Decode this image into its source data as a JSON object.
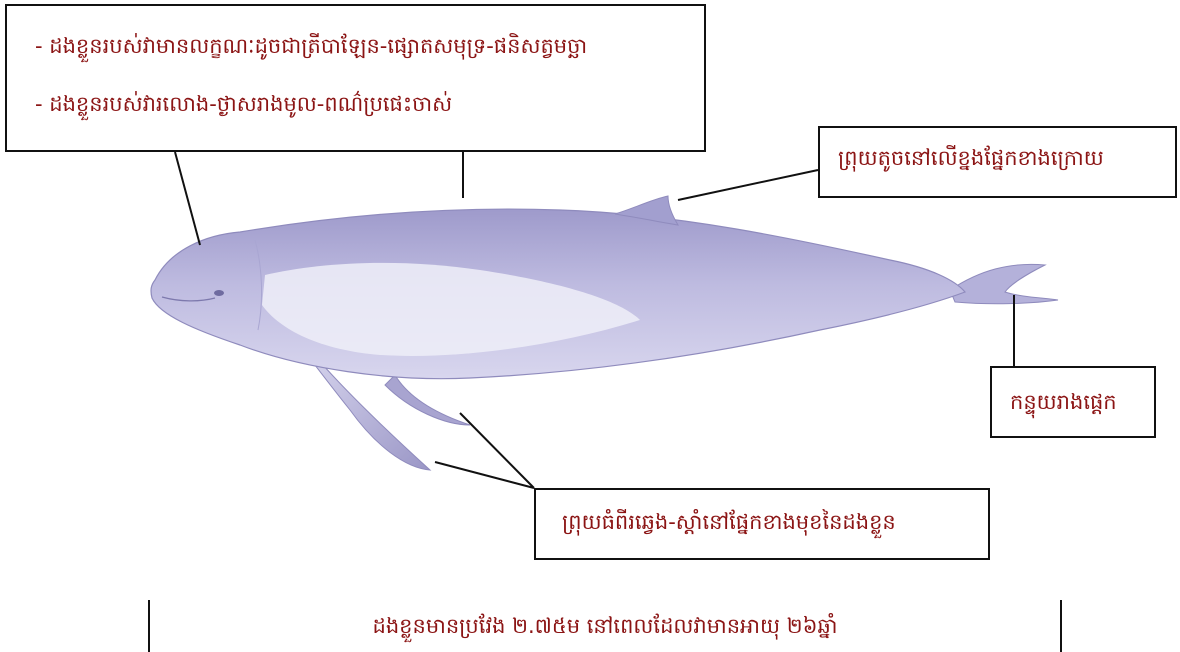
{
  "labels": {
    "body_line1": "- ដងខ្លួនរបស់វាមានលក្ខណៈដូចជាត្រីបាឡែន-ផ្សោតសមុទ្រ-ផនិសត្វមច្ឆា",
    "body_line2": "- ដងខ្លួនរបស់វារលោង-ថ្ងាសរាងមូល-ពណ៌ប្រផេះចាស់",
    "dorsal_fin": "ព្រុយតូចនៅលើខ្នងផ្នែកខាងក្រោយ",
    "tail": "កន្ទុយរាងផ្ដេក",
    "pectoral_fins": "ព្រុយធំពីរឆ្វេង-ស្ដាំនៅផ្នែកខាងមុខនៃដងខ្លួន"
  },
  "caption": "ដងខ្លួនមានប្រវែង ២.៧៥ម នៅពេលដែលវាមានអាយុ ២៦ឆ្នាំ",
  "colors": {
    "label_text": "#8b1414",
    "box_border": "#111111",
    "dolphin_body": "#b9b6dc",
    "dolphin_shadow": "#8f8bbd",
    "dolphin_belly": "#f1f0f8"
  }
}
